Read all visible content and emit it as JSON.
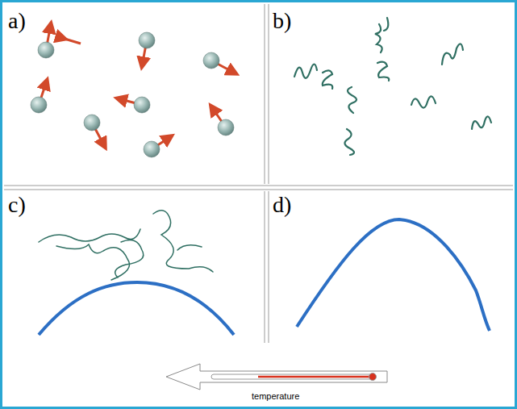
{
  "diagram": {
    "labels": [
      "a)",
      "b)",
      "c)",
      "d)",
      "temperature"
    ]
  }
}
